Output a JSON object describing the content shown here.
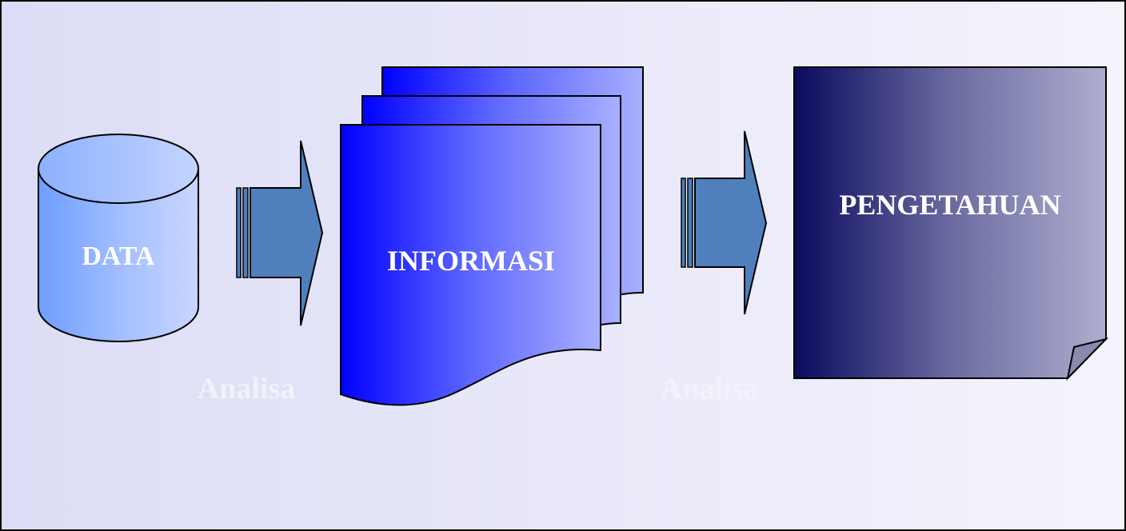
{
  "nodes": {
    "data": {
      "label": "DATA"
    },
    "informasi": {
      "label": "INFORMASI"
    },
    "pengetahuan": {
      "label": "PENGETAHUAN"
    }
  },
  "edges": [
    {
      "from": "DATA",
      "to": "INFORMASI",
      "label": "Analisa"
    },
    {
      "from": "INFORMASI",
      "to": "PENGETAHUAN",
      "label": "Analisa"
    }
  ],
  "colors": {
    "background_left": "#dcdcf6",
    "background_right": "#f4f4fc",
    "cylinder_left": "#6e9eff",
    "cylinder_right": "#c8d6ff",
    "document_left": "#0000ff",
    "document_right": "#a8b0ff",
    "knowledge_left": "#0a0a5e",
    "knowledge_right": "#aeaed0",
    "arrow": "#4f80bd",
    "outline": "#000000",
    "label": "#ffffff"
  }
}
